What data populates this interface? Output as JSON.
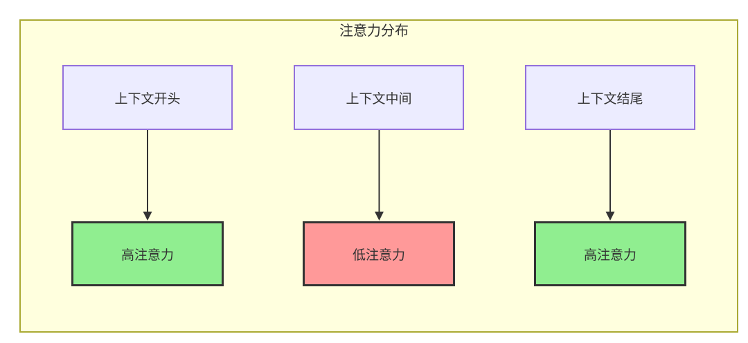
{
  "diagram": {
    "title": "注意力分布",
    "columns": [
      {
        "source": "上下文开头",
        "target": "高注意力",
        "level": "high"
      },
      {
        "source": "上下文中间",
        "target": "低注意力",
        "level": "low"
      },
      {
        "source": "上下文结尾",
        "target": "高注意力",
        "level": "high"
      }
    ]
  },
  "colors": {
    "canvas_bg": "#ffffff",
    "cluster_fill": "#ffffde",
    "cluster_border": "#aaaa33",
    "node_fill": "#ececff",
    "node_border": "#9370db",
    "high_attention_fill": "#90ee90",
    "low_attention_fill": "#ff9999",
    "result_border": "#333333",
    "edge_color": "#333333",
    "text_color": "#333333"
  }
}
